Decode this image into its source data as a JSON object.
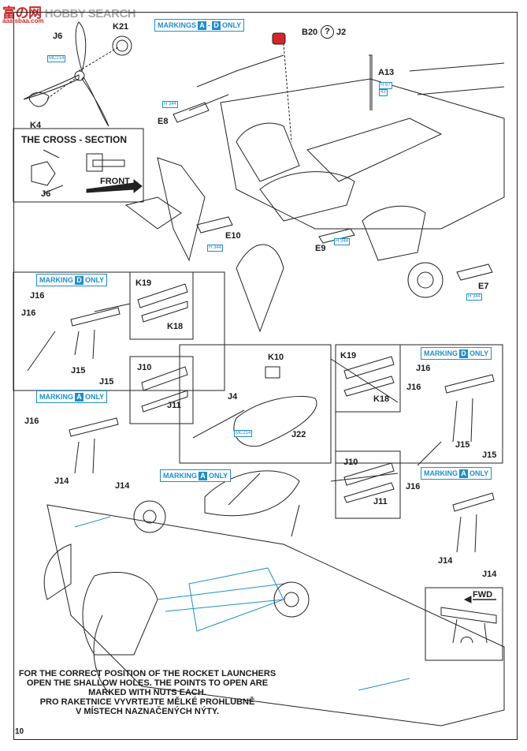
{
  "watermark": {
    "cn": "富の网",
    "en": "HOBBY SEARCH",
    "url": "aaa.sbaa.com"
  },
  "page_number": "10",
  "parts": {
    "j6": "J6",
    "k21": "K21",
    "k4": "K4",
    "b20": "B20",
    "j2": "J2",
    "a13": "A13",
    "e8": "E8",
    "e10": "E10",
    "e9": "E9",
    "e7": "E7",
    "j6b": "J6",
    "k19a": "K19",
    "k18a": "K18",
    "j16a": "J16",
    "j16b": "J16",
    "j15a": "J15",
    "j15b": "J15",
    "j10a": "J10",
    "j11a": "J11",
    "j16c": "J16",
    "j14a": "J14",
    "j14b": "J14",
    "k10": "K10",
    "j4": "J4",
    "j22": "J22",
    "k19b": "K19",
    "k18b": "K18",
    "j16d": "J16",
    "j16e": "J16",
    "j15c": "J15",
    "j15d": "J15",
    "j10b": "J10",
    "j11b": "J11",
    "j16f": "J16",
    "j14c": "J14",
    "j14d": "J14"
  },
  "markings": {
    "ad_prefix": "MARKINGS",
    "ad_a": "A",
    "ad_sep": "-",
    "ad_d": "D",
    "ad_suffix": "ONLY",
    "m_prefix": "MARKING",
    "m_suffix": "ONLY",
    "d": "D",
    "a": "A"
  },
  "paints": {
    "mc214a": "MC214",
    "h344a": "H 344",
    "h87": "H 87",
    "h87sub": "43",
    "h344b": "H 344",
    "h344c": "H 344",
    "h344d": "H 344",
    "mc214b": "MC214"
  },
  "cross_section": {
    "title": "THE CROSS - SECTION",
    "arrow": "FRONT"
  },
  "fwd_label": "FWD",
  "optional_symbol": "?",
  "note": {
    "en1": "FOR THE CORRECT POSITION OF THE ROCKET LAUNCHERS",
    "en2": "OPEN THE SHALLOW HOLES. THE POINTS TO OPEN ARE",
    "en3": "MARKED WITH NUTS EACH.",
    "cz1": "PRO RAKETNICE VYVRTEJTE MĚLKÉ PROHLUBNĚ",
    "cz2": "V MÍSTECH NAZNAČENÝCH NÝTY."
  },
  "colors": {
    "accent_blue": "#1f8fc9",
    "optional_red": "#d8232a",
    "ink": "#1a1a1a"
  }
}
